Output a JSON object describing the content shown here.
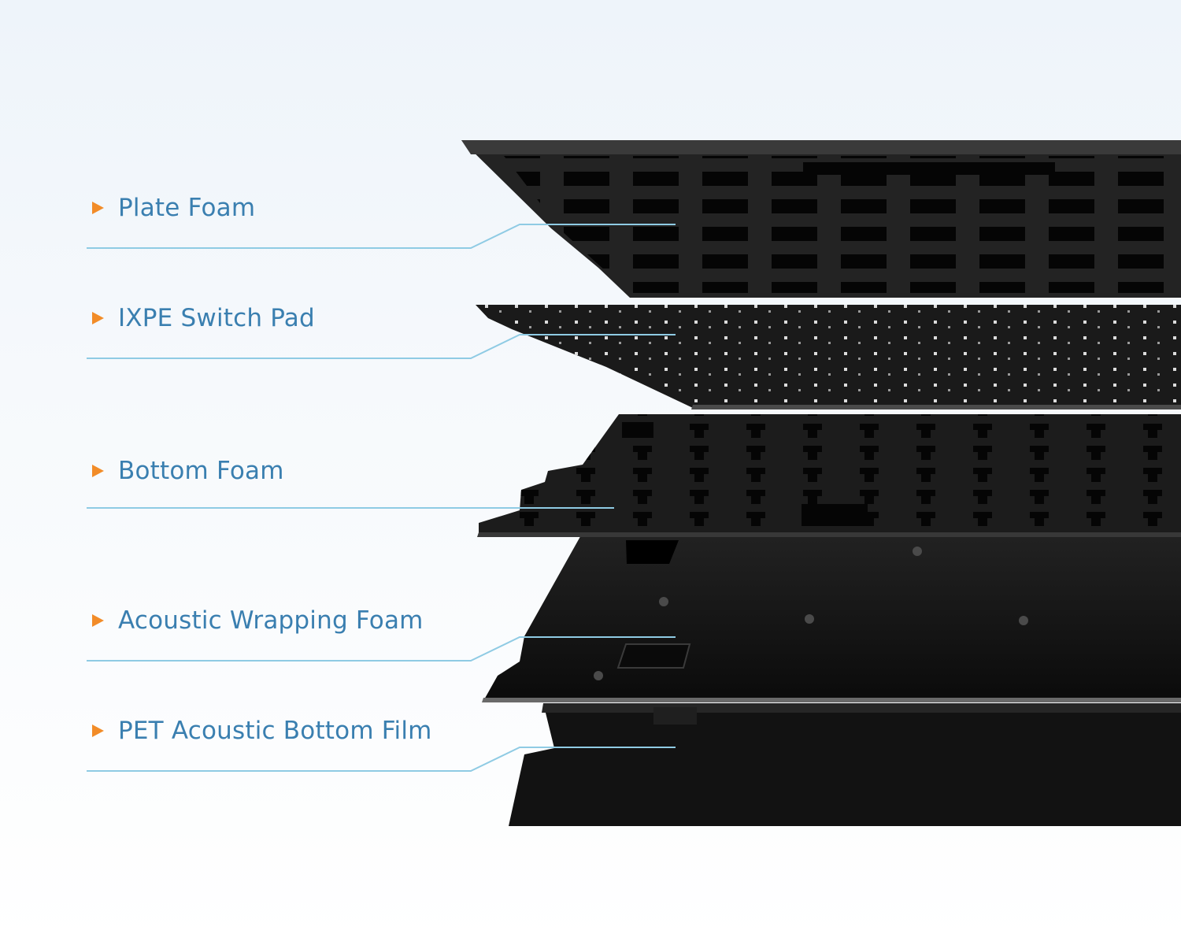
{
  "layers": [
    {
      "label": "Plate Foam"
    },
    {
      "label": "IXPE Switch Pad"
    },
    {
      "label": "Bottom Foam"
    },
    {
      "label": "Acoustic Wrapping Foam"
    },
    {
      "label": "PET Acoustic Bottom Film"
    }
  ],
  "colors": {
    "label_text": "#3a7fb0",
    "arrow": "#f28c28",
    "leader_line": "#8fcbe4",
    "layer_dark": "#141414"
  },
  "icons": {
    "bullet": "triangle-arrow-icon"
  }
}
